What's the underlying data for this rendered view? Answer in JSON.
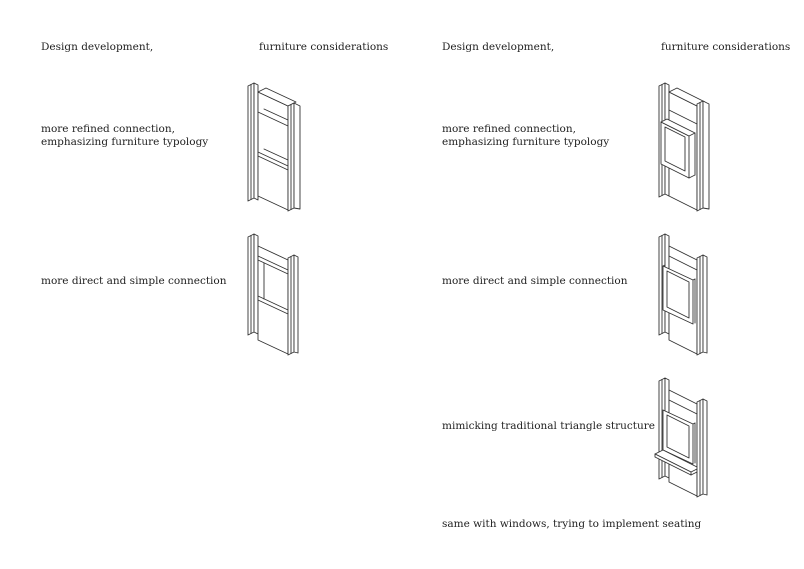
{
  "left_panel": {
    "title_left": "Design development,",
    "title_right": "furniture considerations",
    "labels": [
      "more refined connection,",
      "emphasizing furniture typology",
      "more direct and simple connection"
    ]
  },
  "right_panel": {
    "title_left": "Design development,",
    "title_right": "furniture considerations",
    "labels": [
      "more refined connection,",
      "emphasizing furniture typology",
      "more direct and simple connection",
      "mimicking traditional triangle structure",
      "same with windows, trying to implement seating"
    ]
  }
}
